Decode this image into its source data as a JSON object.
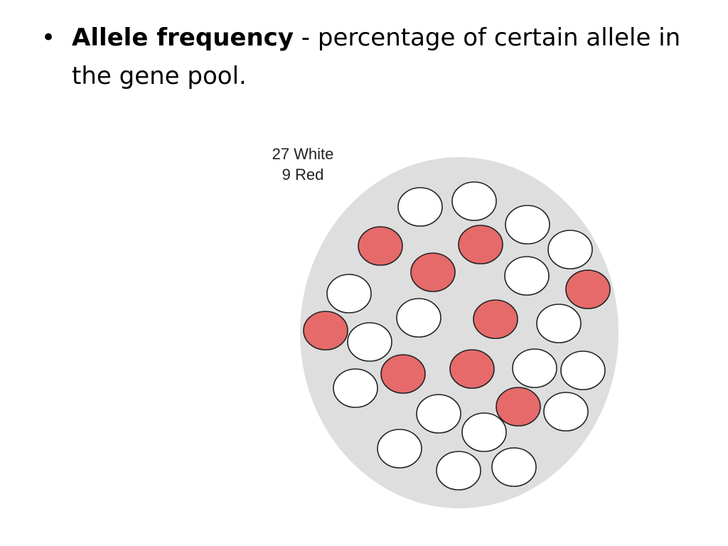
{
  "slide": {
    "bullet_symbol": "•",
    "term": "Allele frequency",
    "separator": " - ",
    "definition": "percentage of certain allele in the gene pool."
  },
  "diagram": {
    "label_white": "27 White",
    "label_red": "9 Red",
    "colors": {
      "pool": "#dedede",
      "red_allele": "#e66a6a",
      "white_allele": "#ffffff",
      "outline": "#222222"
    }
  }
}
